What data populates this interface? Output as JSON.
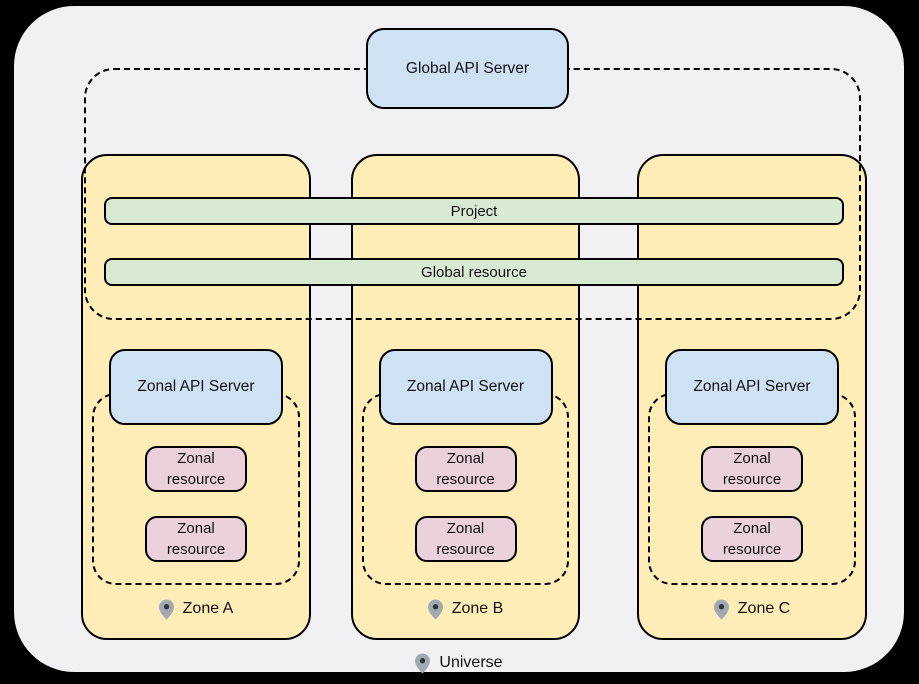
{
  "colors": {
    "background": "#000000",
    "canvas": "#f1f1f3",
    "zone_fill": "#ffedb8",
    "api_server_fill": "#cfe2f3",
    "zonal_resource_fill": "#ead1dc",
    "bar_fill": "#d9ead3",
    "border": "#000000",
    "pin_fill": "#a1a9b3",
    "pin_dot": "#33373b"
  },
  "global_api_server": {
    "label": "Global API Server"
  },
  "bars": {
    "project": "Project",
    "global_resource": "Global resource"
  },
  "zones": [
    {
      "label": "Zone A",
      "api_server": "Zonal API Server",
      "resources": [
        "Zonal resource",
        "Zonal resource"
      ]
    },
    {
      "label": "Zone B",
      "api_server": "Zonal API Server",
      "resources": [
        "Zonal resource",
        "Zonal resource"
      ]
    },
    {
      "label": "Zone C",
      "api_server": "Zonal API Server",
      "resources": [
        "Zonal resource",
        "Zonal resource"
      ]
    }
  ],
  "universe": {
    "label": "Universe"
  }
}
